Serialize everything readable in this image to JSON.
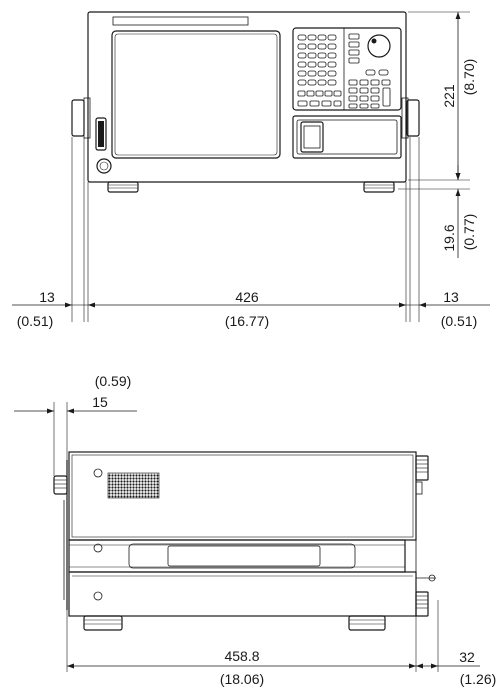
{
  "front_view": {
    "height_mm": "221",
    "height_in": "(8.70)",
    "foot_height_mm": "19.6",
    "foot_height_in": "(0.77)",
    "left_handle_mm": "13",
    "left_handle_in": "(0.51)",
    "width_mm": "426",
    "width_in": "(16.77)",
    "right_handle_mm": "13",
    "right_handle_in": "(0.51)"
  },
  "side_view": {
    "knob_depth_in": "(0.59)",
    "knob_depth_mm": "15",
    "depth_mm": "458.8",
    "depth_in": "(18.06)",
    "rear_connector_mm": "32",
    "rear_connector_in": "(1.26)"
  },
  "colors": {
    "line": "#1a1a1a",
    "background": "#ffffff"
  }
}
